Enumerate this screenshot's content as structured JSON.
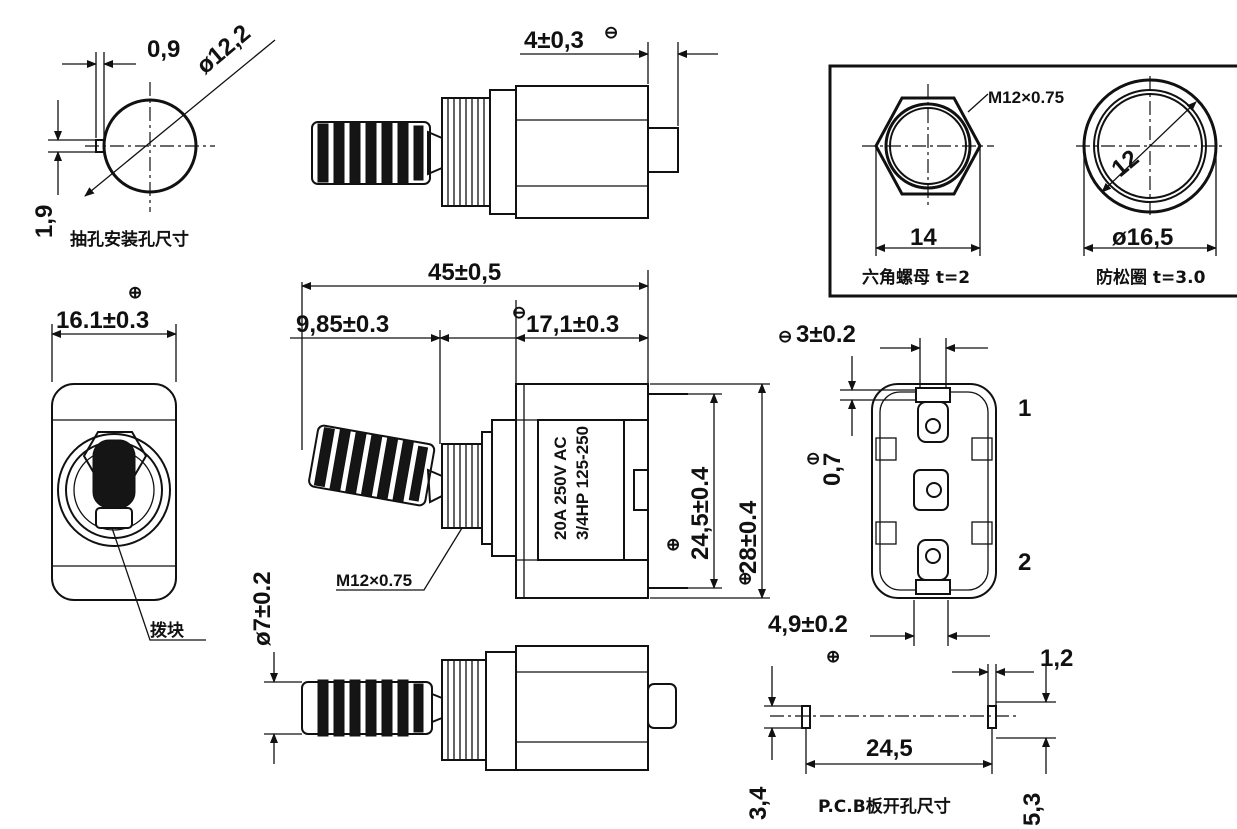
{
  "drawing": {
    "top_left": {
      "dim_width": "0,9",
      "dim_diameter": "ø12,2",
      "dim_height": "1,9",
      "caption": "抽孔安装孔尺寸"
    },
    "top_middle": {
      "dim_tab": "4±0,3",
      "symbol": "⊖"
    },
    "front_view": {
      "dim_width": "16.1±0.3",
      "symbol": "⊕",
      "caption": "拨块"
    },
    "side_view": {
      "dim_total": "45±0,5",
      "dim_lever": "9,85±0.3",
      "dim_body": "17,1±0.3",
      "dim_body_h": "24,5±0.4",
      "dim_total_h": "28±0.4",
      "thread": "M12×0.75",
      "symbol_a": "⊕",
      "symbol_b": "⊕",
      "symbol_c": "⊖",
      "label_lines": [
        "20A 250V AC",
        "3/4HP 125-250"
      ]
    },
    "bottom_view": {
      "dim_diameter": "ø7±0.2"
    },
    "hardware_box": {
      "thread": "M12×0.75",
      "nut_width": "14",
      "nut_caption": "六角螺母  t=2",
      "ring_diameter": "ø16,5",
      "ring_caption": "防松圈  t=3.0",
      "ring_inner": "12"
    },
    "terminal_view": {
      "dim_tab_w": "3±0.2",
      "dim_tab_h": "0,7",
      "dim_tab_span": "4,9±0.2",
      "pin_1": "1",
      "pin_2": "2",
      "symbol_a": "⊖",
      "symbol_b": "⊖",
      "symbol_c": "⊕"
    },
    "pcb": {
      "dim_pitch": "24,5",
      "dim_slot": "1,2",
      "dim_left": "3,4",
      "dim_right": "5,3",
      "caption": "P.C.B板开孔尺寸"
    }
  }
}
